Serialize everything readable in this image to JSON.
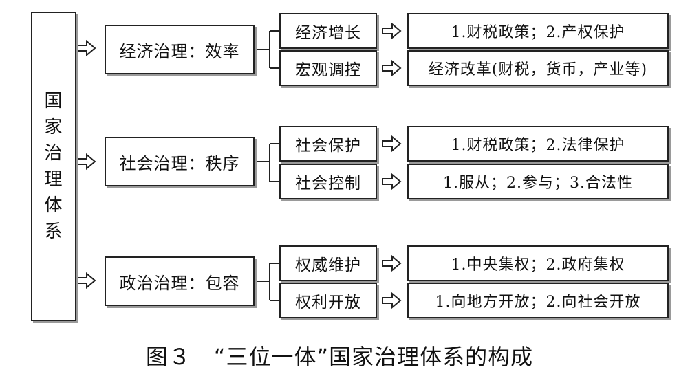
{
  "root": {
    "chars": [
      "国",
      "家",
      "治",
      "理",
      "体",
      "系"
    ]
  },
  "branches": [
    {
      "label": "经济治理：效率",
      "subs": [
        {
          "label": "经济增长",
          "detail": "1.财税政策；2.产权保护"
        },
        {
          "label": "宏观调控",
          "detail": "经济改革(财税，货币，产业等)"
        }
      ]
    },
    {
      "label": "社会治理：秩序",
      "subs": [
        {
          "label": "社会保护",
          "detail": "1.财税政策；2.法律保护"
        },
        {
          "label": "社会控制",
          "detail": "1.服从；2.参与；3.合法性"
        }
      ]
    },
    {
      "label": "政治治理：包容",
      "subs": [
        {
          "label": "权威维护",
          "detail": "1.中央集权；2.政府集权"
        },
        {
          "label": "权利开放",
          "detail": "1.向地方开放；2.向社会开放"
        }
      ]
    }
  ],
  "caption": "图３　“三位一体”国家治理体系的构成"
}
